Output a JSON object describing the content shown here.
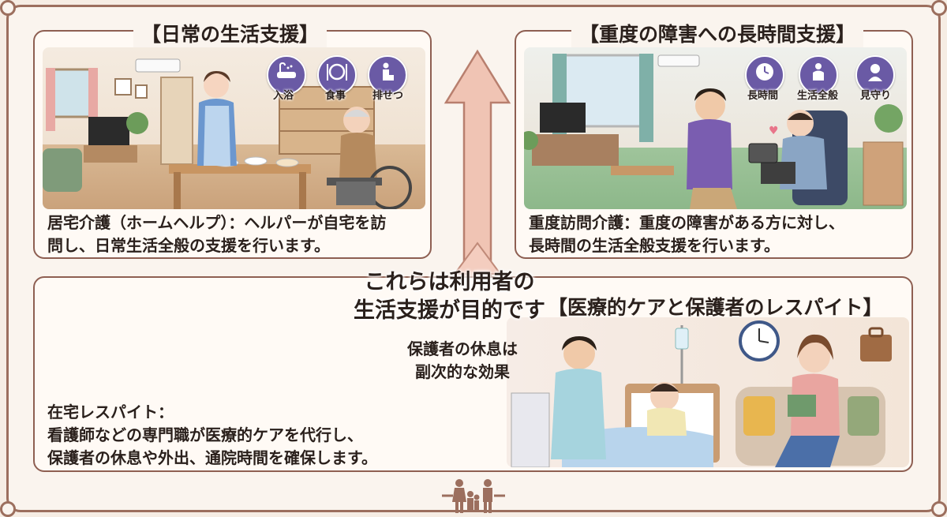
{
  "panels": {
    "daily": {
      "title": "【日常の生活支援】",
      "description_line1": "居宅介護（ホームヘルプ）：ヘルパーが自宅を訪",
      "description_line2": "問し、日常生活全般の支援を行います。",
      "badges": [
        {
          "icon": "bath-icon",
          "label": "入浴"
        },
        {
          "icon": "meal-icon",
          "label": "食事"
        },
        {
          "icon": "toilet-icon",
          "label": "排せつ"
        }
      ]
    },
    "severe": {
      "title": "【重度の障害への長時間支援】",
      "description_line1": "重度訪問介護：重度の障害がある方に対し、",
      "description_line2": "長時間の生活全般支援を行います。",
      "badges": [
        {
          "icon": "clock-icon",
          "label": "長時間"
        },
        {
          "icon": "life-support-icon",
          "label": "生活全般"
        },
        {
          "icon": "watch-over-icon",
          "label": "見守り"
        }
      ]
    },
    "respite": {
      "title": "【医療的ケアと保護者のレスパイト】",
      "description_line1": "在宅レスパイト：",
      "description_line2": "看護師などの専門職が医療的ケアを代行し、",
      "description_line3": "保護者の休息や外出、通院時間を確保します。"
    }
  },
  "center": {
    "main_line1": "これらは利用者の",
    "main_line2": "生活支援が目的です",
    "sub_line1": "保護者の休息は",
    "sub_line2": "副次的な効果"
  },
  "colors": {
    "frame": "#9c6f5e",
    "panel_border": "#8e5f52",
    "badge": "#6a5aa5",
    "arrow": "#ecb9a8"
  }
}
